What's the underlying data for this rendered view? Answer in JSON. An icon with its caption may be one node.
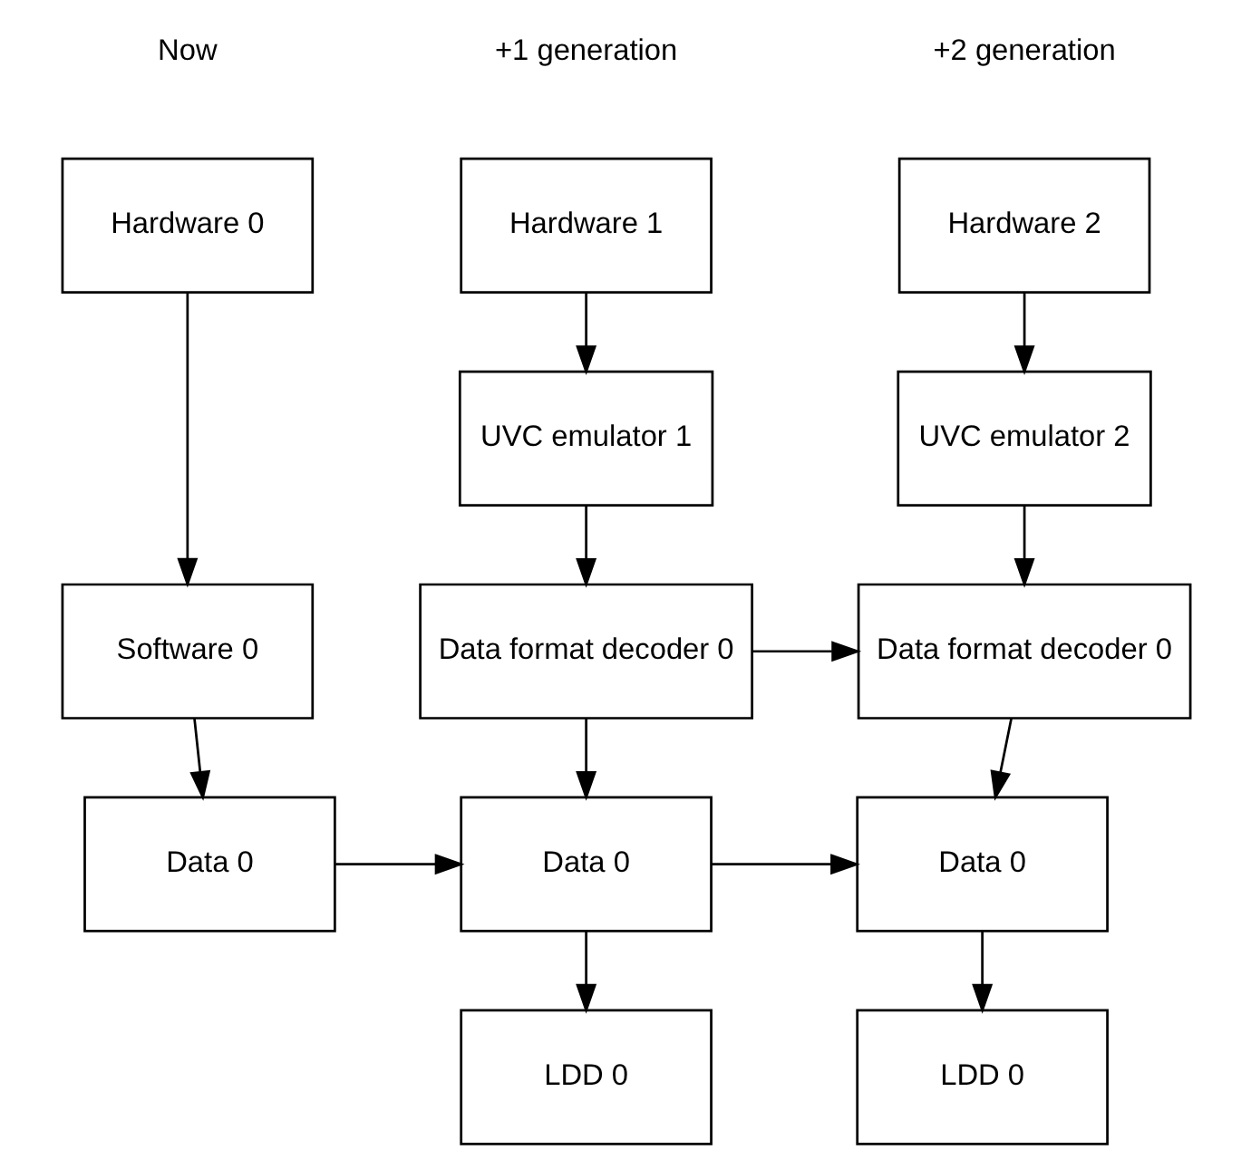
{
  "diagram": {
    "nodes": [
      {
        "text": [
          "Hardware 0"
        ]
      },
      {
        "text": [
          "Software 0"
        ]
      },
      {
        "text": [
          "Data 0"
        ]
      },
      {
        "text": [
          "Hardware 1"
        ]
      },
      {
        "text": [
          "UVC emulator 1"
        ]
      },
      {
        "text": [
          "Data format decoder 0"
        ]
      },
      {
        "text": [
          "Data 0"
        ]
      },
      {
        "text": [
          "LDD 0"
        ]
      },
      {
        "text": [
          "Hardware 2"
        ]
      },
      {
        "text": [
          "UVC emulator 2"
        ]
      },
      {
        "text": [
          "Data format decoder 0"
        ]
      },
      {
        "text": [
          "Data 0"
        ]
      },
      {
        "text": [
          "LDD 0"
        ]
      }
    ],
    "edges": [
      {
        "from": 0,
        "to": 1,
        "arrow": "to"
      },
      {
        "from": 1,
        "to": 2,
        "arrow": "to"
      },
      {
        "from": 3,
        "to": 4,
        "arrow": "to"
      },
      {
        "from": 4,
        "to": 5,
        "arrow": "to"
      },
      {
        "from": 5,
        "to": 6,
        "arrow": "to"
      },
      {
        "from": 6,
        "to": 7,
        "arrow": "to"
      },
      {
        "from": 8,
        "to": 9,
        "arrow": "to"
      },
      {
        "from": 9,
        "to": 10,
        "arrow": "to"
      },
      {
        "from": 10,
        "to": 11,
        "arrow": "to"
      },
      {
        "from": 11,
        "to": 12,
        "arrow": "to"
      },
      {
        "from": 5,
        "to": 10,
        "arrow": "to"
      },
      {
        "from": 2,
        "to": 6,
        "arrow": "to"
      },
      {
        "from": 6,
        "to": 11,
        "arrow": "to"
      }
    ],
    "labels": [
      "Now",
      "+1 generation",
      "+2 generation"
    ]
  }
}
